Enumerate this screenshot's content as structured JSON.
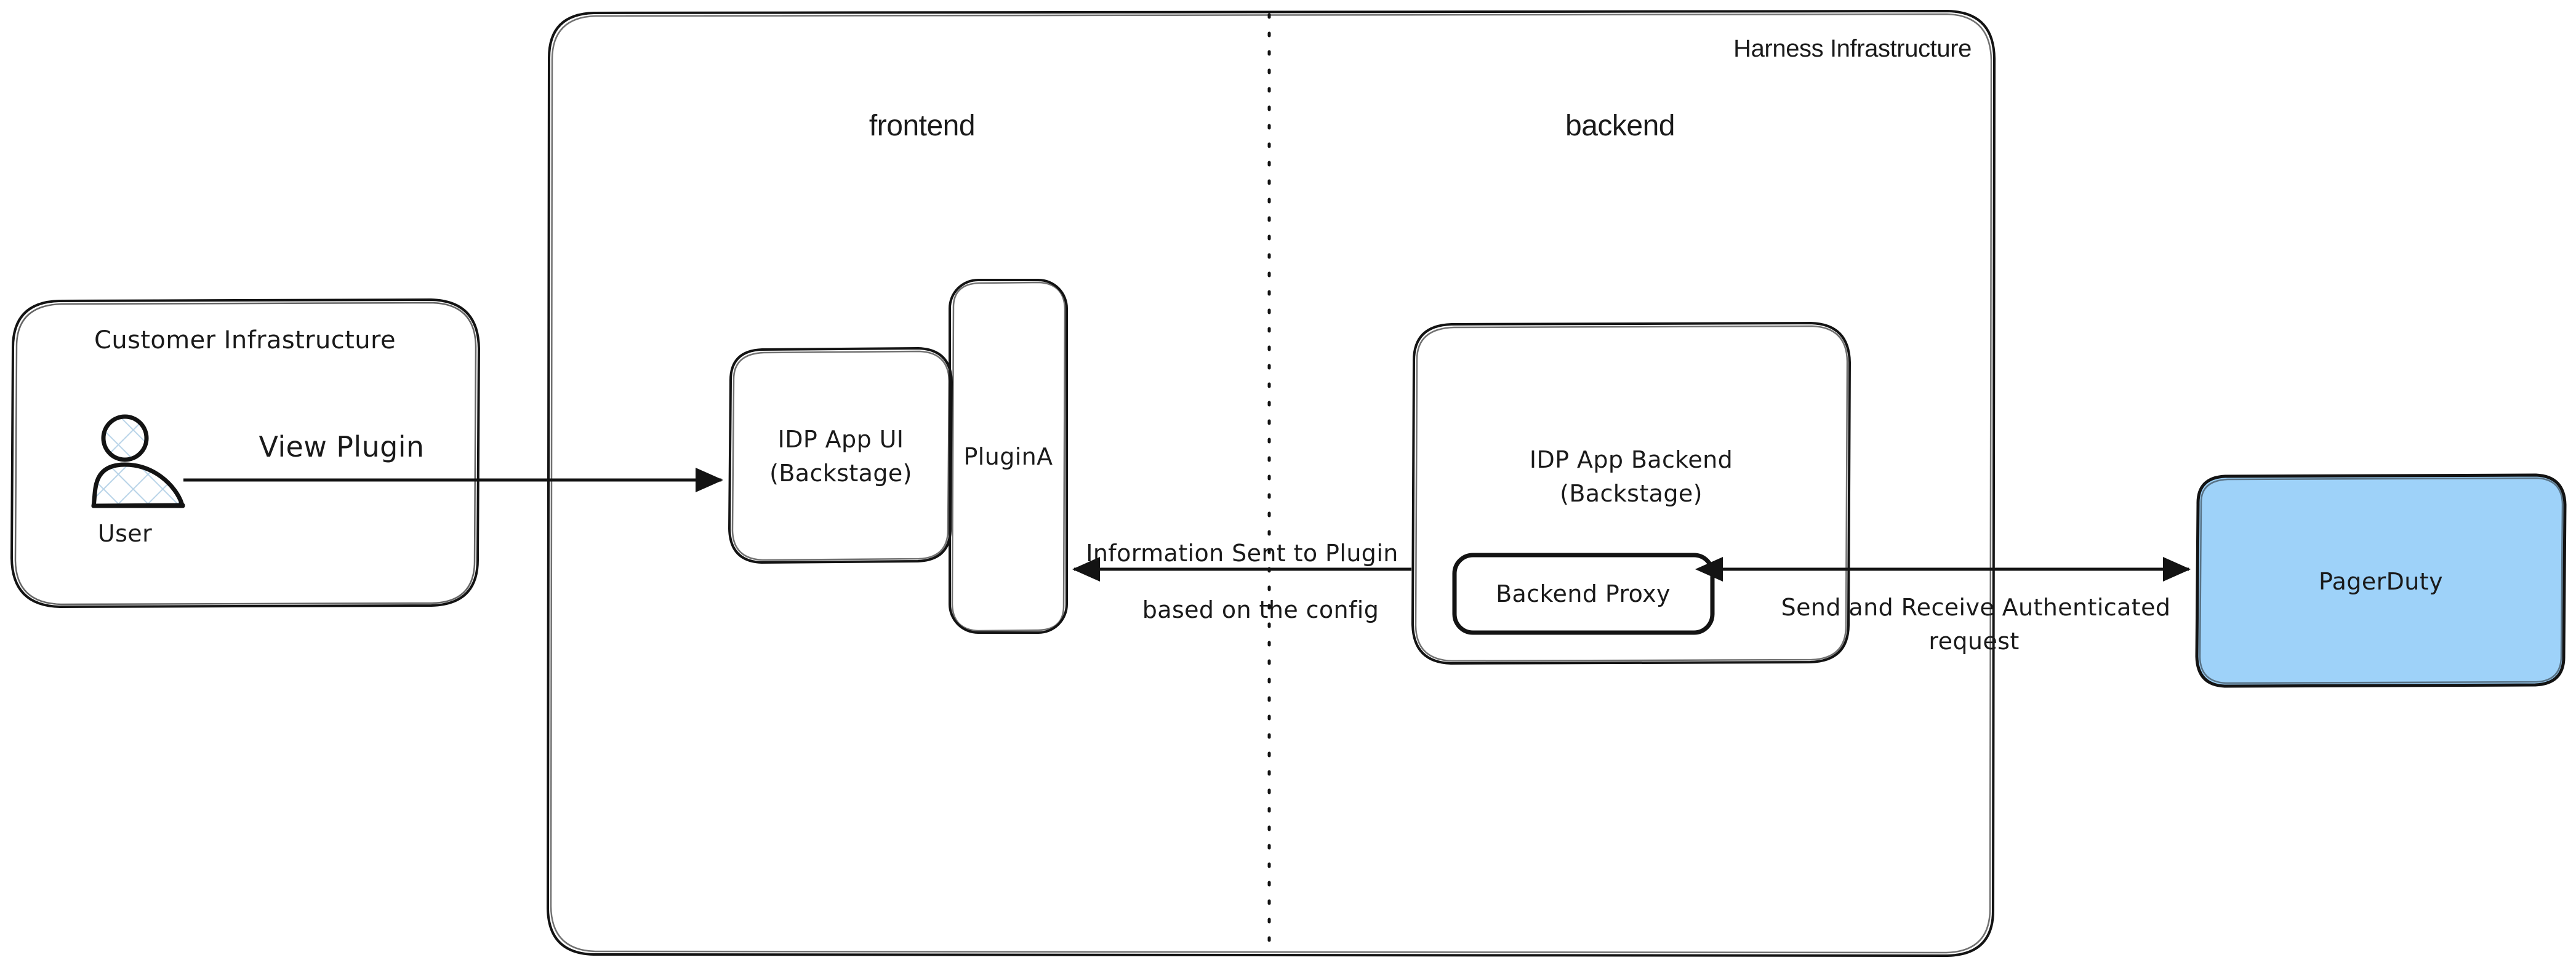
{
  "diagram": {
    "title": "Harness IDP Plugin Architecture",
    "colors": {
      "stroke": "#131313",
      "text": "#1a1a1a",
      "background": "#ffffff",
      "pagerduty_fill": "#9ed2f9",
      "actor_hatch": "#b9d4e8"
    }
  },
  "customer_zone": {
    "label": "Customer Infrastructure",
    "actor": {
      "label": "User",
      "icon": "user-actor-icon"
    }
  },
  "harness_zone": {
    "label": "Harness Infrastructure",
    "frontend_label": "frontend",
    "backend_label": "backend",
    "frontend": {
      "app_ui": {
        "line1": "IDP App UI",
        "line2": "(Backstage)"
      },
      "plugin": {
        "label": "PluginA"
      }
    },
    "backend": {
      "app_backend": {
        "line1": "IDP App Backend",
        "line2": "(Backstage)"
      },
      "proxy": {
        "label": "Backend Proxy"
      }
    }
  },
  "external": {
    "pagerduty": {
      "label": "PagerDuty"
    }
  },
  "connections": {
    "view_plugin": {
      "label": "View Plugin"
    },
    "info_to_plugin": {
      "line1": "Information Sent to Plugin",
      "line2": "based on the config"
    },
    "authenticated_request": {
      "line1": "Send and Receive Authenticated",
      "line2": "request"
    }
  }
}
